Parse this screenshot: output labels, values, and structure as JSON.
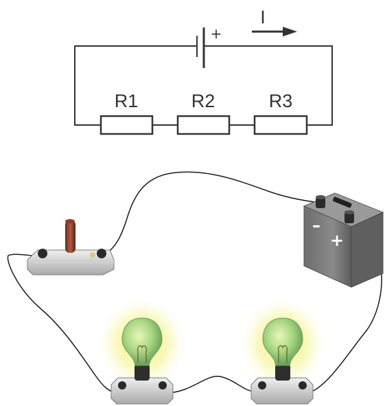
{
  "schematic": {
    "resistors": [
      {
        "label": "R1"
      },
      {
        "label": "R2"
      },
      {
        "label": "R3"
      }
    ],
    "battery_plus": "+",
    "current_label": "I"
  },
  "physical": {
    "battery_minus": "–",
    "battery_plus": "+"
  },
  "colors": {
    "schematic_line": "#333333",
    "wire": "#1a1a1a",
    "battery_body": "#7d7d7d",
    "bulb_glow": "#f2f26a",
    "bulb_glass": "#9ed17a"
  }
}
